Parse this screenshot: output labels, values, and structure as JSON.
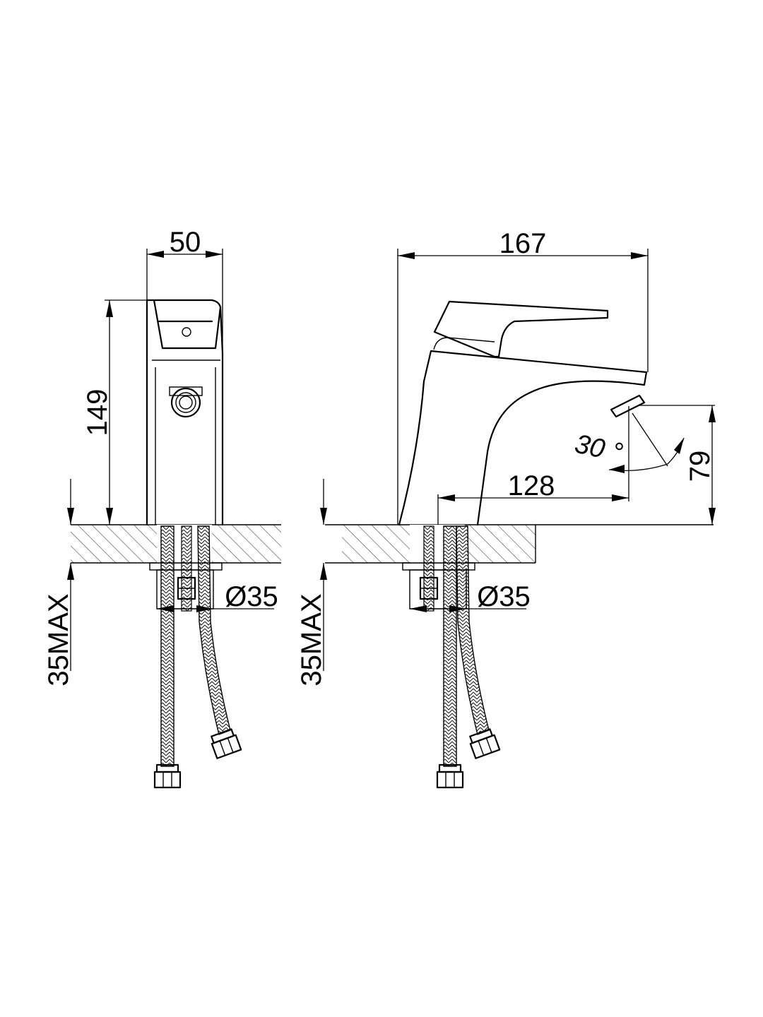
{
  "side_view": {
    "width_label": "50",
    "height_label": "149",
    "thickness_label": "35MAX",
    "hole_label": "Ø35"
  },
  "front_view": {
    "length_label": "167",
    "reach_label": "128",
    "spout_height_label": "79",
    "angle_label": "30 °",
    "thickness_label": "35MAX",
    "hole_label": "Ø35"
  },
  "colors": {
    "line": "#000000",
    "background": "#ffffff",
    "hatch": "#555555"
  }
}
